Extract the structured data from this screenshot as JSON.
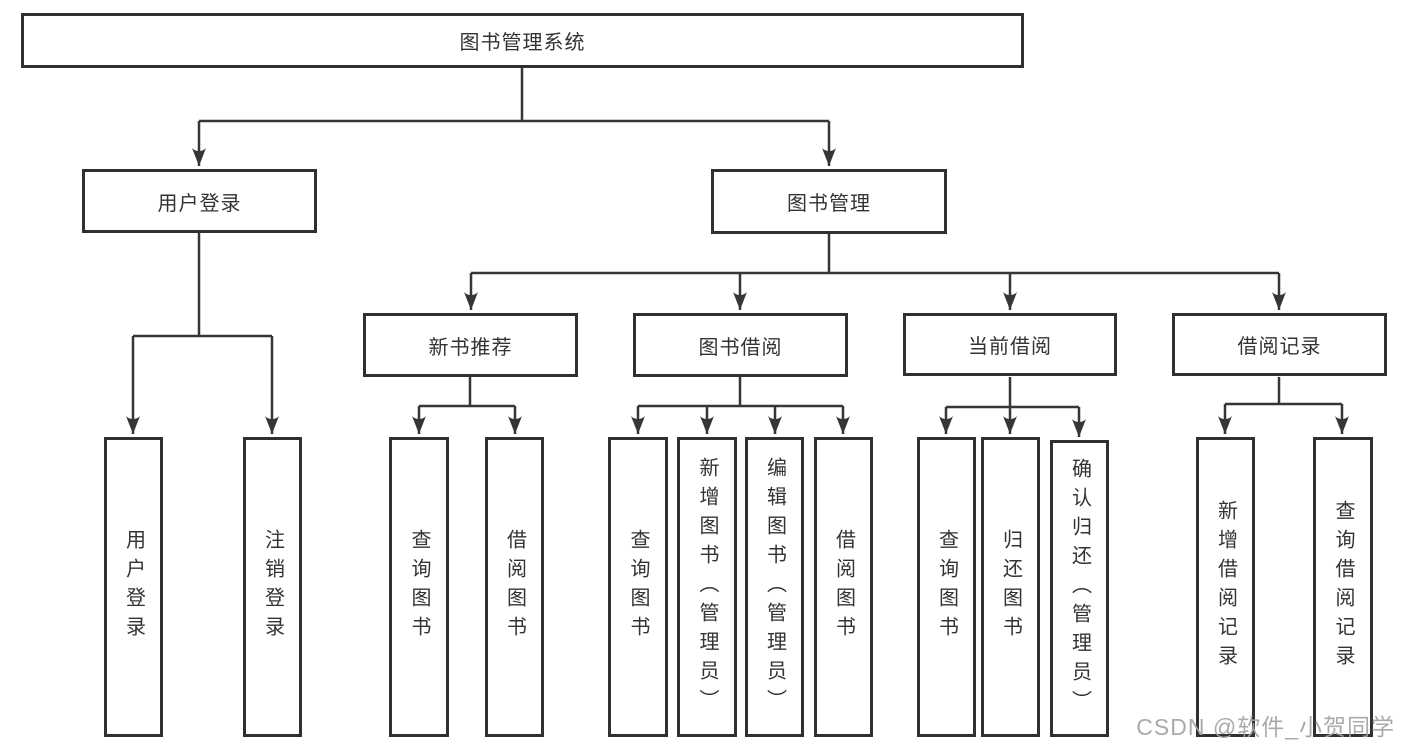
{
  "diagram": {
    "root": "图书管理系统",
    "branches": [
      {
        "label": "用户登录",
        "children": [
          "用户登录",
          "注销登录"
        ]
      },
      {
        "label": "图书管理",
        "groups": [
          {
            "label": "新书推荐",
            "children": [
              "查询图书",
              "借阅图书"
            ]
          },
          {
            "label": "图书借阅",
            "children": [
              "查询图书",
              "新增图书（管理员）",
              "编辑图书（管理员）",
              "借阅图书"
            ]
          },
          {
            "label": "当前借阅",
            "children": [
              "查询图书",
              "归还图书",
              "确认归还（管理员）"
            ]
          },
          {
            "label": "借阅记录",
            "children": [
              "新增借阅记录",
              "查询借阅记录"
            ]
          }
        ]
      }
    ]
  },
  "watermark": "CSDN @软件_小贺同学",
  "colors": {
    "line": "#35353a",
    "box_border": "#303034",
    "text": "#333333",
    "background": "#ffffff",
    "watermark": "#a6a2a8"
  }
}
